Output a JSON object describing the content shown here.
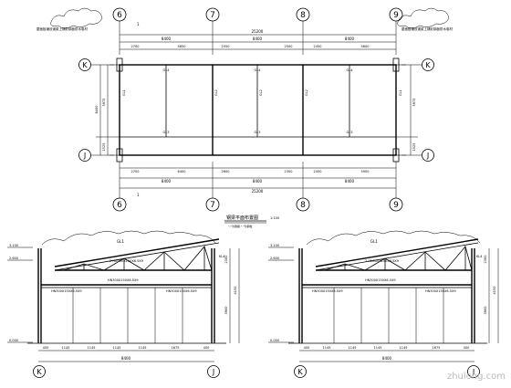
{
  "plan": {
    "axes_top": [
      "6",
      "7",
      "8",
      "9"
    ],
    "axes_bottom": [
      "6",
      "7",
      "8",
      "9"
    ],
    "axes_left": [
      "K",
      "J"
    ],
    "axes_right": [
      "K",
      "J"
    ],
    "title": "钢梁平面布置图",
    "scale": "1:100",
    "subtitle": "\"-\"为钢梁,\"·\"为钢柱",
    "note_left": "屋面板铺设钢梁上铺彩钢板防水卷材",
    "note_right": "屋面板铺设钢梁上铺彩钢板防水卷材",
    "dims_top_total": "25200",
    "dims_top_spans": [
      "8400",
      "8400",
      "8400"
    ],
    "dims_top_sub": [
      "2700",
      "5850",
      "2550",
      "2500",
      "2450",
      "5600"
    ],
    "dims_bottom_sub": [
      "2700",
      "6400",
      "2800",
      "2300",
      "2450",
      "5900"
    ],
    "dims_bottom_spans": [
      "8400",
      "8400",
      "8400"
    ],
    "dims_bottom_total": "25200",
    "dims_left": [
      "5975",
      "1525",
      "8400"
    ],
    "dims_right": [
      "1525",
      "5975"
    ],
    "beam_labels_top": [
      "GL4",
      "GL4",
      "GL4"
    ],
    "beam_labels_mid": [
      "GL3",
      "GL3",
      "GL3"
    ],
    "beam_labels_vertical": [
      "GL1",
      "GL2",
      "GL2",
      "GL2",
      "GL1"
    ],
    "small_marks": [
      "1",
      "1"
    ]
  },
  "section_left": {
    "axes": [
      "K",
      "J"
    ],
    "top_label": "GL1",
    "levels_left": [
      "3.100",
      "2.600",
      "0.000"
    ],
    "dims_right": [
      "2300",
      "3900",
      "4150"
    ],
    "beam_labels": [
      "2 HN300X150X6.5X9",
      "HN300X150X6.5X9",
      "HN300X150X6.5X9"
    ],
    "inner_labels": [
      "KL4",
      "HN300X150X6.5X9"
    ],
    "dims_bottom": [
      "400",
      "1145",
      "1145",
      "1145",
      "1145",
      "1675",
      "400"
    ],
    "dim_total": "8400"
  },
  "section_right": {
    "axes": [
      "K",
      "J"
    ],
    "top_label": "GL1",
    "levels_left": [
      "3.100",
      "2.600",
      "0.000"
    ],
    "dims_right": [
      "2300",
      "3900",
      "4150"
    ],
    "beam_labels": [
      "2 HN300X150X6.5X9",
      "HN300X150X6.5X9",
      "HN300X150X6.5X9"
    ],
    "inner_labels": [
      "KL4",
      "HN300X150X6.5X9"
    ],
    "dims_bottom": [
      "400",
      "1145",
      "1145",
      "1145",
      "1145",
      "1675",
      "400"
    ],
    "dim_total": "8400"
  },
  "watermark": "zhulong.com"
}
